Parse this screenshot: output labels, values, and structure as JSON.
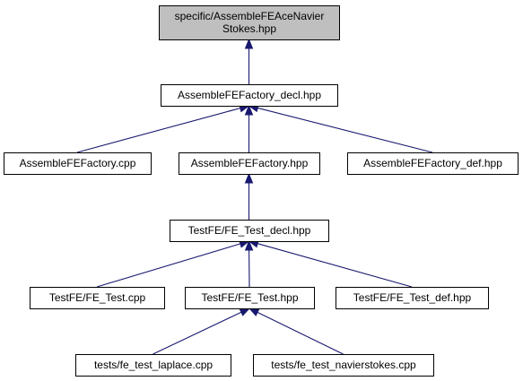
{
  "diagram": {
    "nodes": [
      {
        "id": "root",
        "lines": [
          "specific/AssembleFEAceNavier",
          "Stokes.hpp"
        ],
        "highlighted": true
      },
      {
        "id": "factory_decl",
        "lines": [
          "AssembleFEFactory_decl.hpp"
        ],
        "highlighted": false
      },
      {
        "id": "factory_cpp",
        "lines": [
          "AssembleFEFactory.cpp"
        ],
        "highlighted": false
      },
      {
        "id": "factory_hpp",
        "lines": [
          "AssembleFEFactory.hpp"
        ],
        "highlighted": false
      },
      {
        "id": "factory_def",
        "lines": [
          "AssembleFEFactory_def.hpp"
        ],
        "highlighted": false
      },
      {
        "id": "fe_test_decl",
        "lines": [
          "TestFE/FE_Test_decl.hpp"
        ],
        "highlighted": false
      },
      {
        "id": "fe_test_cpp",
        "lines": [
          "TestFE/FE_Test.cpp"
        ],
        "highlighted": false
      },
      {
        "id": "fe_test_hpp",
        "lines": [
          "TestFE/FE_Test.hpp"
        ],
        "highlighted": false
      },
      {
        "id": "fe_test_def",
        "lines": [
          "TestFE/FE_Test_def.hpp"
        ],
        "highlighted": false
      },
      {
        "id": "laplace",
        "lines": [
          "tests/fe_test_laplace.cpp"
        ],
        "highlighted": false
      },
      {
        "id": "navierstokes",
        "lines": [
          "tests/fe_test_navierstokes.cpp"
        ],
        "highlighted": false
      }
    ],
    "edges": [
      {
        "from": "factory_decl",
        "to": "root"
      },
      {
        "from": "factory_cpp",
        "to": "factory_decl"
      },
      {
        "from": "factory_hpp",
        "to": "factory_decl"
      },
      {
        "from": "factory_def",
        "to": "factory_decl"
      },
      {
        "from": "fe_test_decl",
        "to": "factory_hpp"
      },
      {
        "from": "fe_test_cpp",
        "to": "fe_test_decl"
      },
      {
        "from": "fe_test_hpp",
        "to": "fe_test_decl"
      },
      {
        "from": "fe_test_def",
        "to": "fe_test_decl"
      },
      {
        "from": "laplace",
        "to": "fe_test_hpp"
      },
      {
        "from": "navierstokes",
        "to": "fe_test_hpp"
      }
    ],
    "colors": {
      "highlight_fill": "#bfbfbf",
      "node_fill": "#ffffff",
      "node_stroke": "#000000",
      "edge": "#191970"
    }
  }
}
